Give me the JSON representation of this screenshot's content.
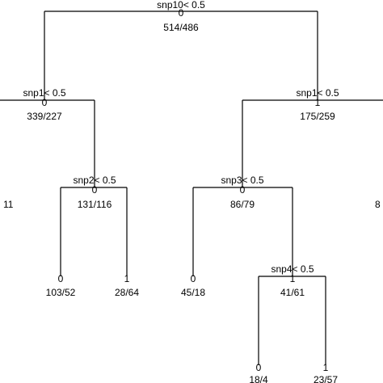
{
  "tree": {
    "root": {
      "split": "snp10< 0.5",
      "class": "0",
      "counts": "514/486"
    },
    "left": {
      "split": "snp1< 0.5",
      "class": "0",
      "counts": "339/227"
    },
    "right": {
      "split": "snp1< 0.5",
      "class": "1",
      "counts": "175/259"
    },
    "left_left_partial": {
      "counts": "11"
    },
    "left_right": {
      "split": "snp2< 0.5",
      "class": "0",
      "counts": "131/116"
    },
    "left_right_left": {
      "class": "0",
      "counts": "103/52"
    },
    "left_right_right": {
      "class": "1",
      "counts": "28/64"
    },
    "right_left": {
      "split": "snp3< 0.5",
      "class": "0",
      "counts": "86/79"
    },
    "right_right_partial": {
      "counts": "8"
    },
    "right_left_left": {
      "class": "0",
      "counts": "45/18"
    },
    "right_left_right": {
      "split": "snp4< 0.5",
      "class": "1",
      "counts": "41/61"
    },
    "right_left_right_left": {
      "class": "0",
      "counts": "18/4"
    },
    "right_left_right_right": {
      "class": "1",
      "counts": "23/57"
    }
  }
}
